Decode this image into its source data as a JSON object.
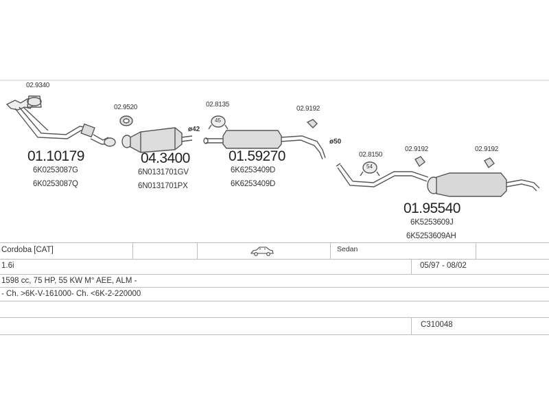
{
  "parts": [
    {
      "ref": "02.9340"
    },
    {
      "ref": "02.9520"
    },
    {
      "ref": "02.8135"
    },
    {
      "ref": "02.9192"
    },
    {
      "ref": "02.8150"
    },
    {
      "ref": "02.9192"
    },
    {
      "ref": "02.9192"
    }
  ],
  "pipes": [
    "ø42",
    "ø50"
  ],
  "clamp_labels": [
    "45",
    "54"
  ],
  "components": [
    {
      "number": "01.10179",
      "codes": [
        "6K0253087G",
        "6K0253087Q"
      ]
    },
    {
      "number": "04.3400",
      "codes": [
        "6N0131701GV",
        "6N0131701PX"
      ]
    },
    {
      "number": "01.59270",
      "codes": [
        "6K6253409D",
        "6K6253409D"
      ]
    },
    {
      "number": "01.95540",
      "codes": [
        "6K5253609J",
        "6K5253609AH"
      ]
    }
  ],
  "table": {
    "model": "Cordoba  [CAT]",
    "body": "Sedan",
    "engine": "1.6i",
    "period": "05/97 - 08/02",
    "spec": "1598 cc, 75 HP, 55 KW M° AEE, ALM -",
    "chassis": "- Ch. >6K-V-161000- Ch. <6K-2-220000",
    "catalog": "C310048"
  },
  "icons": {
    "car": "sedan-car-icon"
  }
}
